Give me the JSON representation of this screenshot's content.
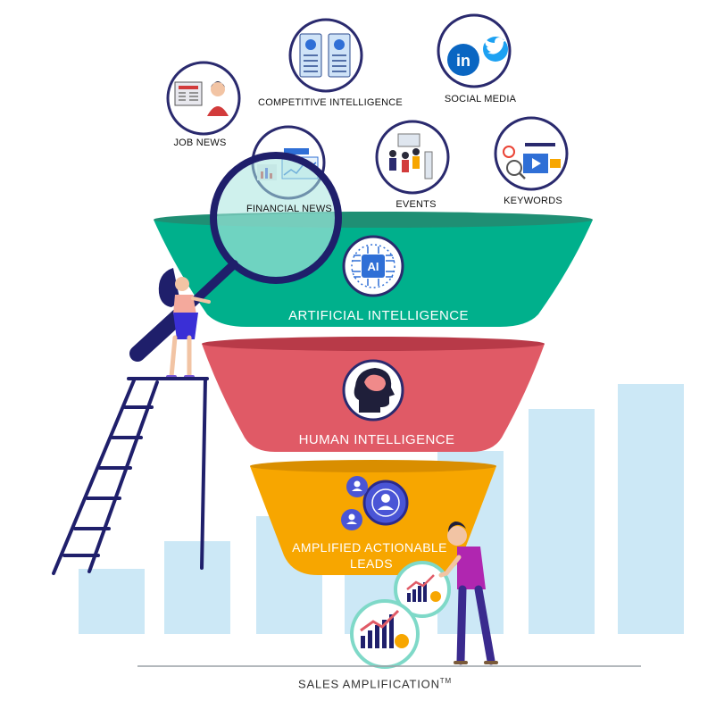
{
  "sources": [
    {
      "id": "job-news",
      "label": "JOB NEWS",
      "icon": "newspaper-person-icon"
    },
    {
      "id": "competitive-intelligence",
      "label": "COMPETITIVE INTELLIGENCE",
      "icon": "profile-cards-icon"
    },
    {
      "id": "social-media",
      "label": "SOCIAL MEDIA",
      "icon": "linkedin-twitter-icon"
    },
    {
      "id": "financial-news",
      "label": "FINANCIAL NEWS",
      "icon": "financial-charts-icon"
    },
    {
      "id": "events",
      "label": "EVENTS",
      "icon": "event-people-icon"
    },
    {
      "id": "keywords",
      "label": "KEYWORDS",
      "icon": "search-keywords-icon"
    }
  ],
  "funnel": [
    {
      "id": "ai",
      "label": "ARTIFICIAL INTELLIGENCE",
      "icon": "ai-chip-icon",
      "color": "#00b08c"
    },
    {
      "id": "human",
      "label": "HUMAN INTELLIGENCE",
      "icon": "brain-head-icon",
      "color": "#e05a66"
    },
    {
      "id": "leads",
      "label_line1": "AMPLIFIED ACTIONABLE",
      "label_line2": "LEADS",
      "icon": "users-icon",
      "color": "#f7a600"
    }
  ],
  "icon_text": {
    "linkedin": "in",
    "ai": "AI"
  },
  "footer": {
    "label": "SALES AMPLIFICATION",
    "mark": "TM"
  },
  "colors": {
    "bars": "#cce8f6",
    "ladder": "#1f1f6b",
    "magnifier": "#1f1f6b",
    "circle_border": "#2a2a6e",
    "lead_icons": "#4a55d6",
    "baseline": "#9aa0a6"
  }
}
